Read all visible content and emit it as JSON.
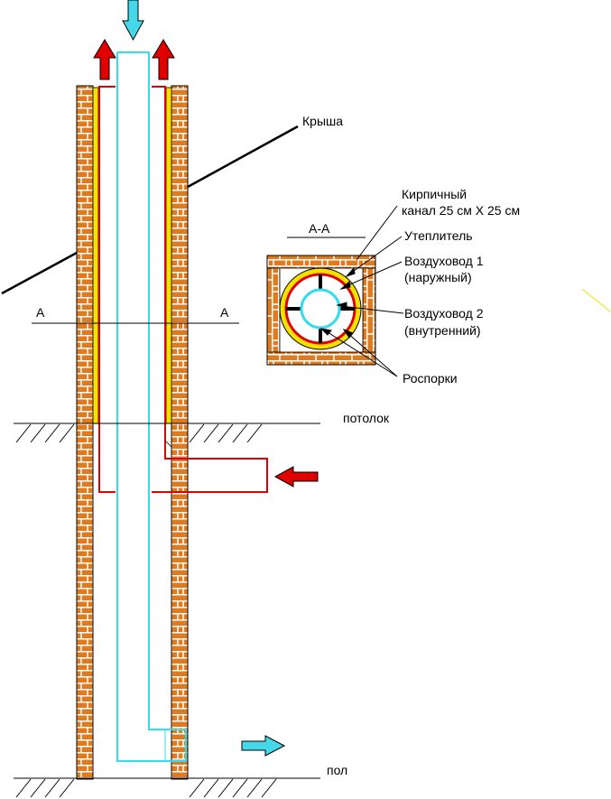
{
  "labels": {
    "roof": "Крыша",
    "section_left": "А",
    "section_right": "А",
    "section_title": "А-А",
    "brick_channel_line1": "Кирпичный",
    "brick_channel_line2": "канал 25 см Х 25 см",
    "insulation": "Утеплитель",
    "duct1_line1": "Воздуховод 1",
    "duct1_line2": "(наружный)",
    "duct2_line1": "Воздуховод 2",
    "duct2_line2": "(внутренний)",
    "spacers": "Роспорки",
    "ceiling": "потолок",
    "floor": "пол"
  },
  "colors": {
    "brick": "#E07A1F",
    "mortar": "#ffffff",
    "insulation": "#F5E000",
    "outer_duct": "#E00000",
    "inner_duct": "#33DDEE",
    "arrow_red": "#E00000",
    "arrow_cyan": "#44D8E8"
  }
}
